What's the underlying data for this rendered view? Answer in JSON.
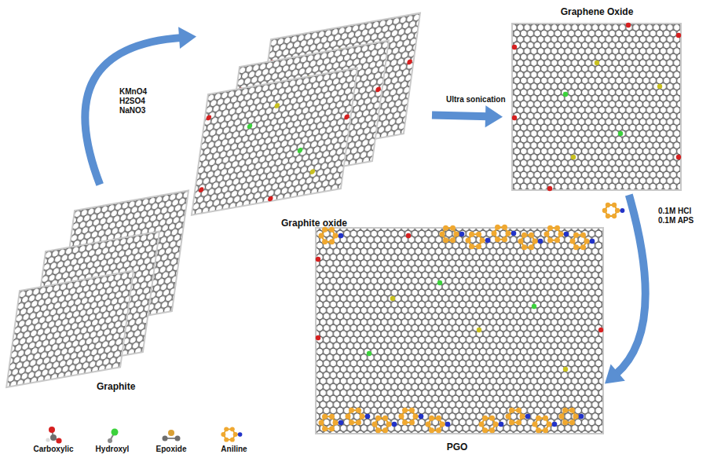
{
  "diagram": {
    "nodes": [
      {
        "text": [
          "Graphite"
        ]
      },
      {
        "text": [
          "Graphite oxide"
        ]
      },
      {
        "text": [
          "Graphene Oxide"
        ]
      },
      {
        "text": [
          "PGO"
        ]
      }
    ],
    "edges": [
      {
        "from": 0,
        "to": 1,
        "arrow": "to",
        "label": "KMnO4 H2SO4 NaNO3"
      },
      {
        "from": 1,
        "to": 2,
        "arrow": "to",
        "label": "Ultra sonication"
      },
      {
        "from": 2,
        "to": 3,
        "arrow": "to",
        "label": "0.1M HCl 0.1M APS"
      }
    ],
    "legend": [
      {
        "text": "Carboxylic"
      },
      {
        "text": "Hydroxyl"
      },
      {
        "text": "Epoxide"
      },
      {
        "text": "Aniline"
      }
    ]
  }
}
